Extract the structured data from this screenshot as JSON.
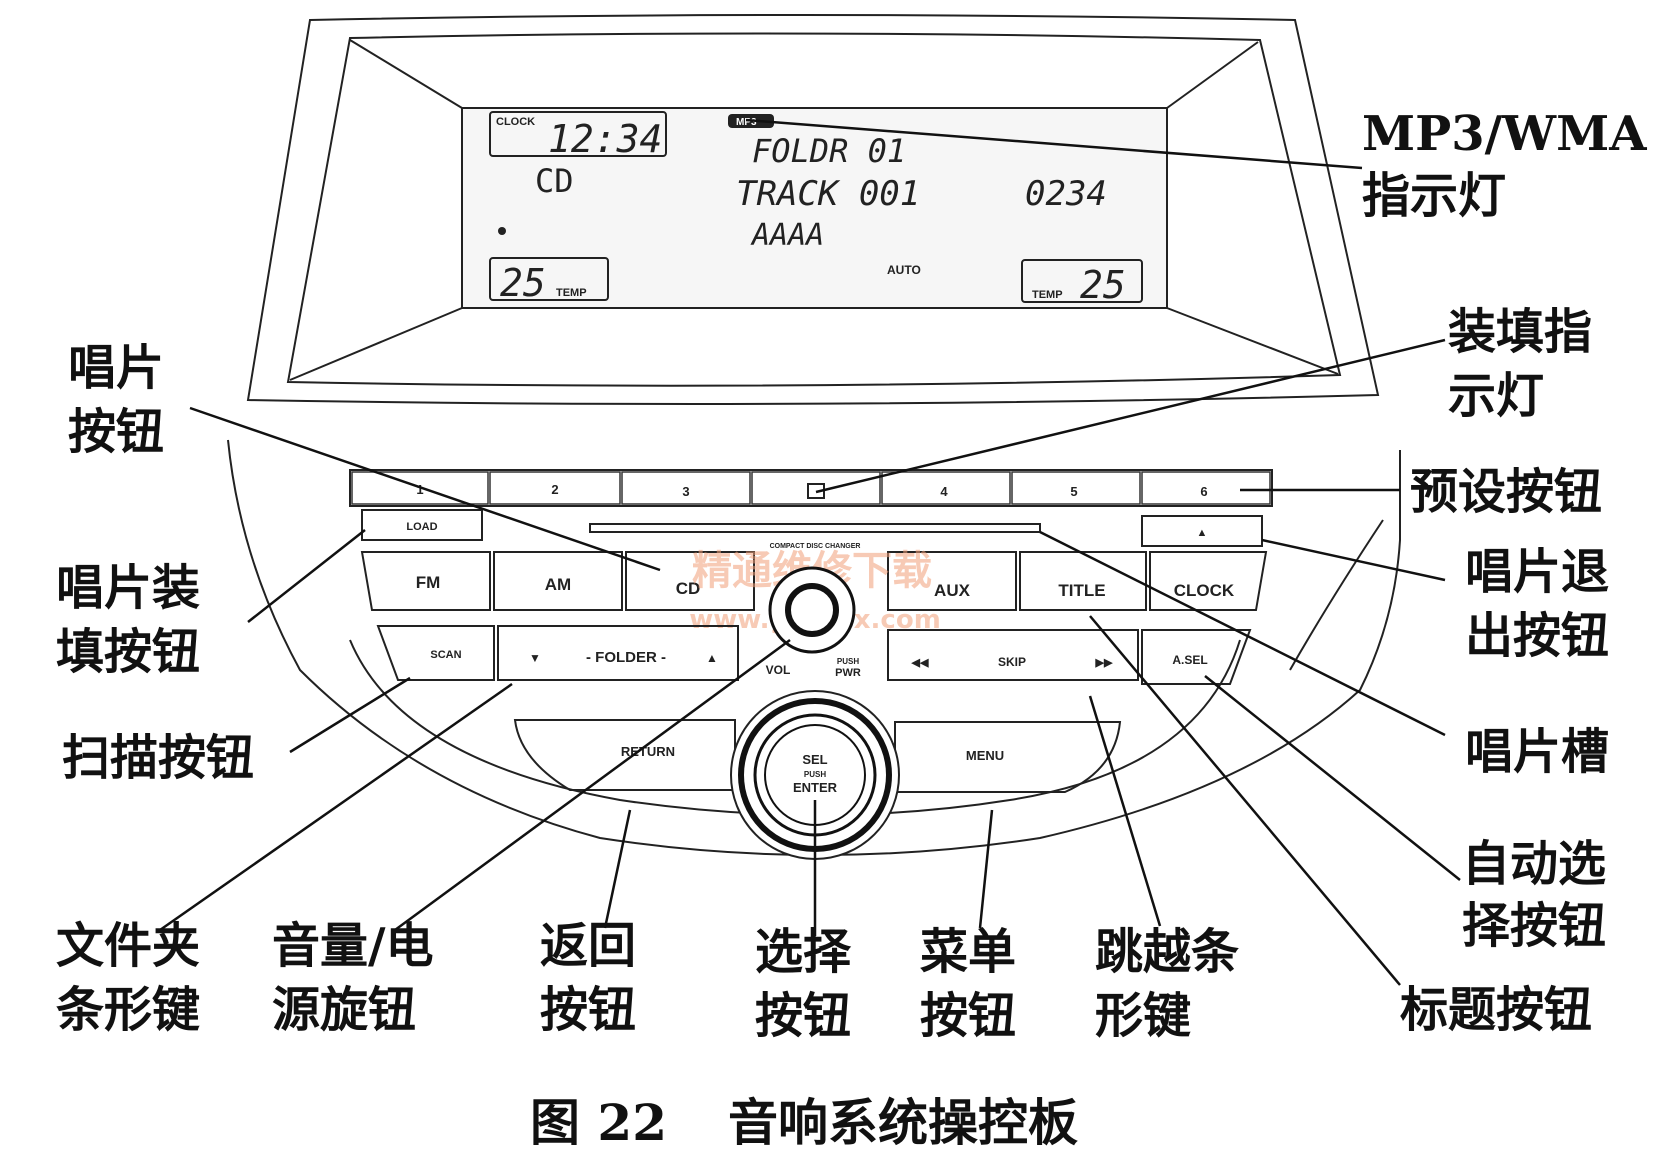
{
  "display": {
    "clock_tag": "CLOCK",
    "clock_time": "12:34",
    "source": "CD",
    "mp3_tag": "MP3",
    "folder_line": "FOLDR 01",
    "track_line": "TRACK 001",
    "time_elapsed": "0234",
    "title_text": "AAAA",
    "temp_left": "25",
    "temp_right": "25",
    "temp_tag": "TEMP",
    "auto": "AUTO",
    "changer_text": "COMPACT DISC CHANGER"
  },
  "panel": {
    "presets": [
      "1",
      "2",
      "3",
      "4",
      "5",
      "6"
    ],
    "load": "LOAD",
    "eject": "▲",
    "fm": "FM",
    "am": "AM",
    "cd": "CD",
    "aux": "AUX",
    "title": "TITLE",
    "clock": "CLOCK",
    "scan": "SCAN",
    "folder": "- FOLDER -",
    "vol": "VOL",
    "push": "PUSH",
    "pwr": "PWR",
    "skip": "SKIP",
    "asel": "A.SEL",
    "return": "RETURN",
    "menu": "MENU",
    "sel": "SEL",
    "sel_push": "PUSH",
    "enter": "ENTER"
  },
  "watermark": {
    "cn": "精通维修下载",
    "url": "www.gzweix.com"
  },
  "labels": {
    "mp3_indicator": [
      "MP3/WMA",
      "指示灯"
    ],
    "load_indicator": [
      "装填指",
      "示灯"
    ],
    "preset_buttons": [
      "预设按钮"
    ],
    "eject_button": [
      "唱片退",
      "出按钮"
    ],
    "disc_slot": [
      "唱片槽"
    ],
    "auto_select": [
      "自动选",
      "择按钮"
    ],
    "title_button": [
      "标题按钮"
    ],
    "cd_button": [
      "唱片",
      "按钮"
    ],
    "load_button": [
      "唱片装",
      "填按钮"
    ],
    "scan_button": [
      "扫描按钮"
    ],
    "folder_bar": [
      "文件夹",
      "条形键"
    ],
    "vol_knob": [
      "音量/电",
      "源旋钮"
    ],
    "return_button": [
      "返回",
      "按钮"
    ],
    "select_button": [
      "选择",
      "按钮"
    ],
    "menu_button": [
      "菜单",
      "按钮"
    ],
    "skip_bar": [
      "跳越条",
      "形键"
    ]
  },
  "caption": {
    "figure": "图 22",
    "title": "音响系统操控板"
  }
}
